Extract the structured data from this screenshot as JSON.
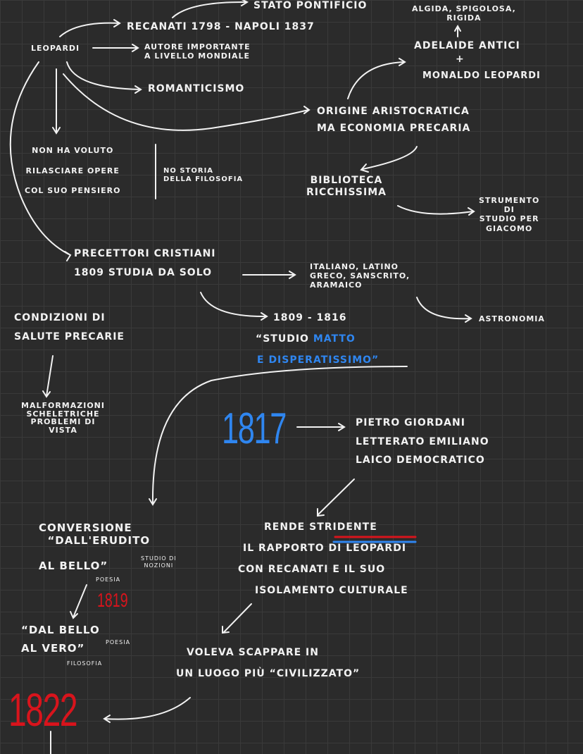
{
  "colors": {
    "ink": "#f2f2f2",
    "blue": "#2f86f0",
    "red": "#d8141c",
    "background": "#2b2b2b"
  },
  "nodes": {
    "leopardi": "LEOPARDI",
    "stato_pontificio": "STATO PONTIFICIO",
    "recanati": "RECANATI 1798 - NAPOLI 1837",
    "autore": "AUTORE IMPORTANTE\nA LIVELLO MONDIALE",
    "romanticismo": "ROMANTICISMO",
    "algida": "ALGIDA, SPIGOLOSA,\nRIGIDA",
    "adelaide": "ADELAIDE ANTICI",
    "plus": "+",
    "monaldo": "MONALDO LEOPARDI",
    "origine": "ORIGINE ARISTOCRATICA\nMA ECONOMIA PRECARIA",
    "non_ha_voluto": "NON HA VOLUTO\n\nRILASCIARE OPERE\n\nCOL SUO PENSIERO",
    "no_storia": "NO STORIA\nDELLA FILOSOFIA",
    "biblioteca": "BIBLIOTECA\nRICCHISSIMA",
    "strumento": "STRUMENTO\nDI\nSTUDIO PER\nGIACOMO",
    "precettori": "PRECETTORI CRISTIANI\n\n1809 STUDIA DA SOLO",
    "lingue": "ITALIANO, LATINO\nGRECO, SANSCRITO,\nARAMAICO",
    "condizioni": "CONDIZIONI DI\n\nSALUTE PRECARIE",
    "anni_studio": "1809 - 1816",
    "astronomia": "ASTRONOMIA",
    "studio_prefix": "“STUDIO ",
    "studio_matto": "MATTO",
    "studio_line2": "E DISPERATISSIMO”",
    "malformazioni": "MALFORMAZIONI\nSCHELETRICHE\nPROBLEMI DI\nVISTA",
    "year_1817": "1817",
    "giordani": "PIETRO GIORDANI\n\nLETTERATO EMILIANO\n\nLAICO DEMOCRATICO",
    "conversione": "CONVERSIONE\n  “DALL'ERUDITO\n\nAL BELLO”",
    "studio_di_nozioni": "STUDIO DI\nNOZIONI",
    "poesia_1": "POESIA",
    "year_1819": "1819",
    "dal_bello": "“DAL BELLO\n\nAL VERO”",
    "poesia_2": "POESIA",
    "filosofia": "FILOSOFIA",
    "rende": "RENDE ",
    "stridente": "STRIDENTE",
    "rapporto_1": "IL RAPPORTO DI LEOPARDI",
    "rapporto_2": "CON RECANATI E IL SUO",
    "rapporto_3": "ISOLAMENTO CULTURALE",
    "voleva_1": "VOLEVA SCAPPARE IN",
    "voleva_2": "UN LUOGO PIÙ “CIVILIZZATO”",
    "year_1822": "1822"
  }
}
